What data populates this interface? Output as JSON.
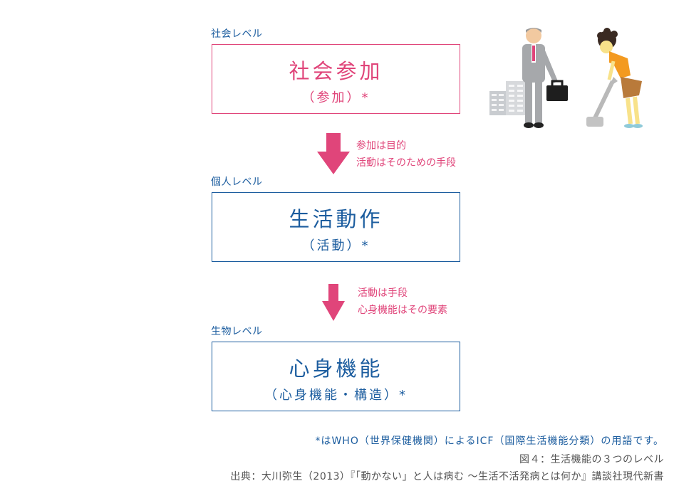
{
  "levels": [
    {
      "label": "社会レベル",
      "title": "社会参加",
      "sub": "（参加）*"
    },
    {
      "label": "個人レベル",
      "title": "生活動作",
      "sub": "（活動）*"
    },
    {
      "label": "生物レベル",
      "title": "心身機能",
      "sub": "（心身機能・構造）*"
    }
  ],
  "arrows": [
    {
      "line1": "参加は目的",
      "line2": "活動はそのための手段"
    },
    {
      "line1": "活動は手段",
      "line2": "心身機能はその要素"
    }
  ],
  "footnote": "*はWHO（世界保健機関）によるICF（国際生活機能分類）の用語です。",
  "caption": "図４：生活機能の３つのレベル",
  "source": "出典：大川弥生（2013）『「動かない」と人は病む ～生活不活発病とは何か』講談社現代新書",
  "colors": {
    "blue": "#1c5d9f",
    "pink": "#e0457a",
    "gray": "#555555"
  },
  "illustration": {
    "figures": [
      "businessman-with-briefcase",
      "woman-with-vacuum-cleaner",
      "buildings"
    ]
  }
}
